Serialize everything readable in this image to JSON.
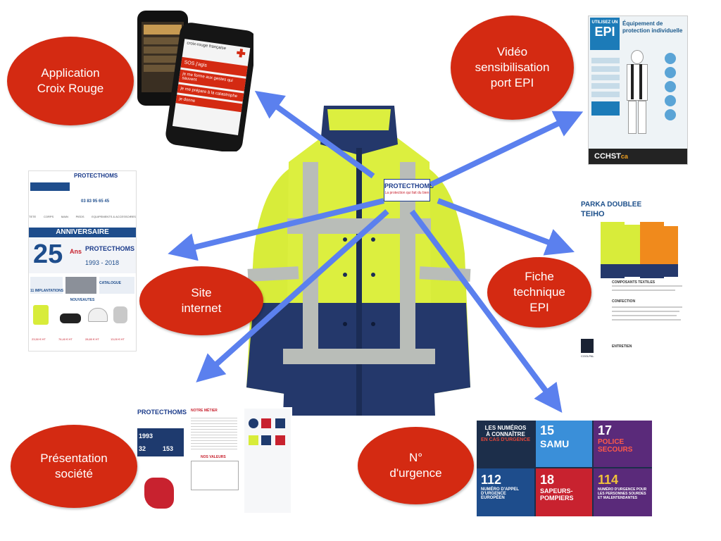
{
  "colors": {
    "bubble": "#d42a12",
    "arrow": "#5b80ee",
    "jacket_yellow": "#d8ec3a",
    "jacket_navy": "#24386b",
    "reflective": "#b9bdb8"
  },
  "center": {
    "logo_text": "PROTECTHOMS",
    "logo_tagline": "La protection qui fait du bien"
  },
  "bubbles": {
    "app": "Application\nCroix Rouge",
    "video": "Vidéo\nsensibilisation\nport EPI",
    "site": "Site\ninternet",
    "fiche": "Fiche\ntechnique\nEPI",
    "presentation": "Présentation\nsociété",
    "urgence": "N°\nd'urgence"
  },
  "app_thumb": {
    "brand": "croix-rouge française",
    "menu": [
      "SOS j'agis",
      "je me forme aux gestes qui sauvent",
      "je me prépare à la catastrophe",
      "je donne"
    ]
  },
  "video_thumb": {
    "badge_top": "UTILISEZ UN",
    "badge_big": "EPI",
    "title": "Équipement de protection individuelle",
    "footer": "CCHST",
    "footer_suffix": "ca"
  },
  "site_thumb": {
    "phone": "03 83 95 65 45",
    "nav": [
      "TETE",
      "CORPS",
      "MAIN",
      "PIEDS",
      "EQUIPEMENTS & ACCESSOIRES"
    ],
    "banner": "ANNIVERSAIRE",
    "years": "1993 - 2018",
    "big_number": "25",
    "ans": "Ans",
    "implantations": "11 IMPLANTATIONS",
    "catalogue": "CATALOGUE",
    "section": "NOUVEAUTES",
    "prices": [
      "23,50 € HT",
      "76,40 € HT",
      "28,80 € HT",
      "13,00 € HT"
    ]
  },
  "fiche_thumb": {
    "title1": "PARKA DOUBLÉE",
    "title2": "TEIHO",
    "section1": "COMPOSANTS TEXTILES",
    "section2": "CONFECTION",
    "section3": "ENTRETIEN",
    "brand": "COOLPAL"
  },
  "presentation_thumb": {
    "num1": "1993",
    "num2": "32",
    "num3": "153",
    "heading1": "NOTRE MÉTIER",
    "heading2": "NOS VALEURS"
  },
  "urgence_thumb": {
    "intro": [
      "LES NUMÉROS",
      "À CONNAÎTRE",
      "EN CAS D'URGENCE"
    ],
    "tiles": [
      {
        "num": "15",
        "label": "SAMU",
        "color": "#3a8fd9"
      },
      {
        "num": "17",
        "label": "POLICE SECOURS",
        "color": "#5a2a7a"
      },
      {
        "num": "112",
        "label": "NUMÉRO D'APPEL D'URGENCE EUROPÉEN",
        "color": "#1e4d8c"
      },
      {
        "num": "18",
        "label": "SAPEURS-POMPIERS",
        "color": "#c8222f"
      },
      {
        "num": "114",
        "label": "NUMÉRO D'URGENCE POUR LES PERSONNES SOURDES ET MALENTENDANTES",
        "color": "#5a2a7a"
      }
    ]
  }
}
